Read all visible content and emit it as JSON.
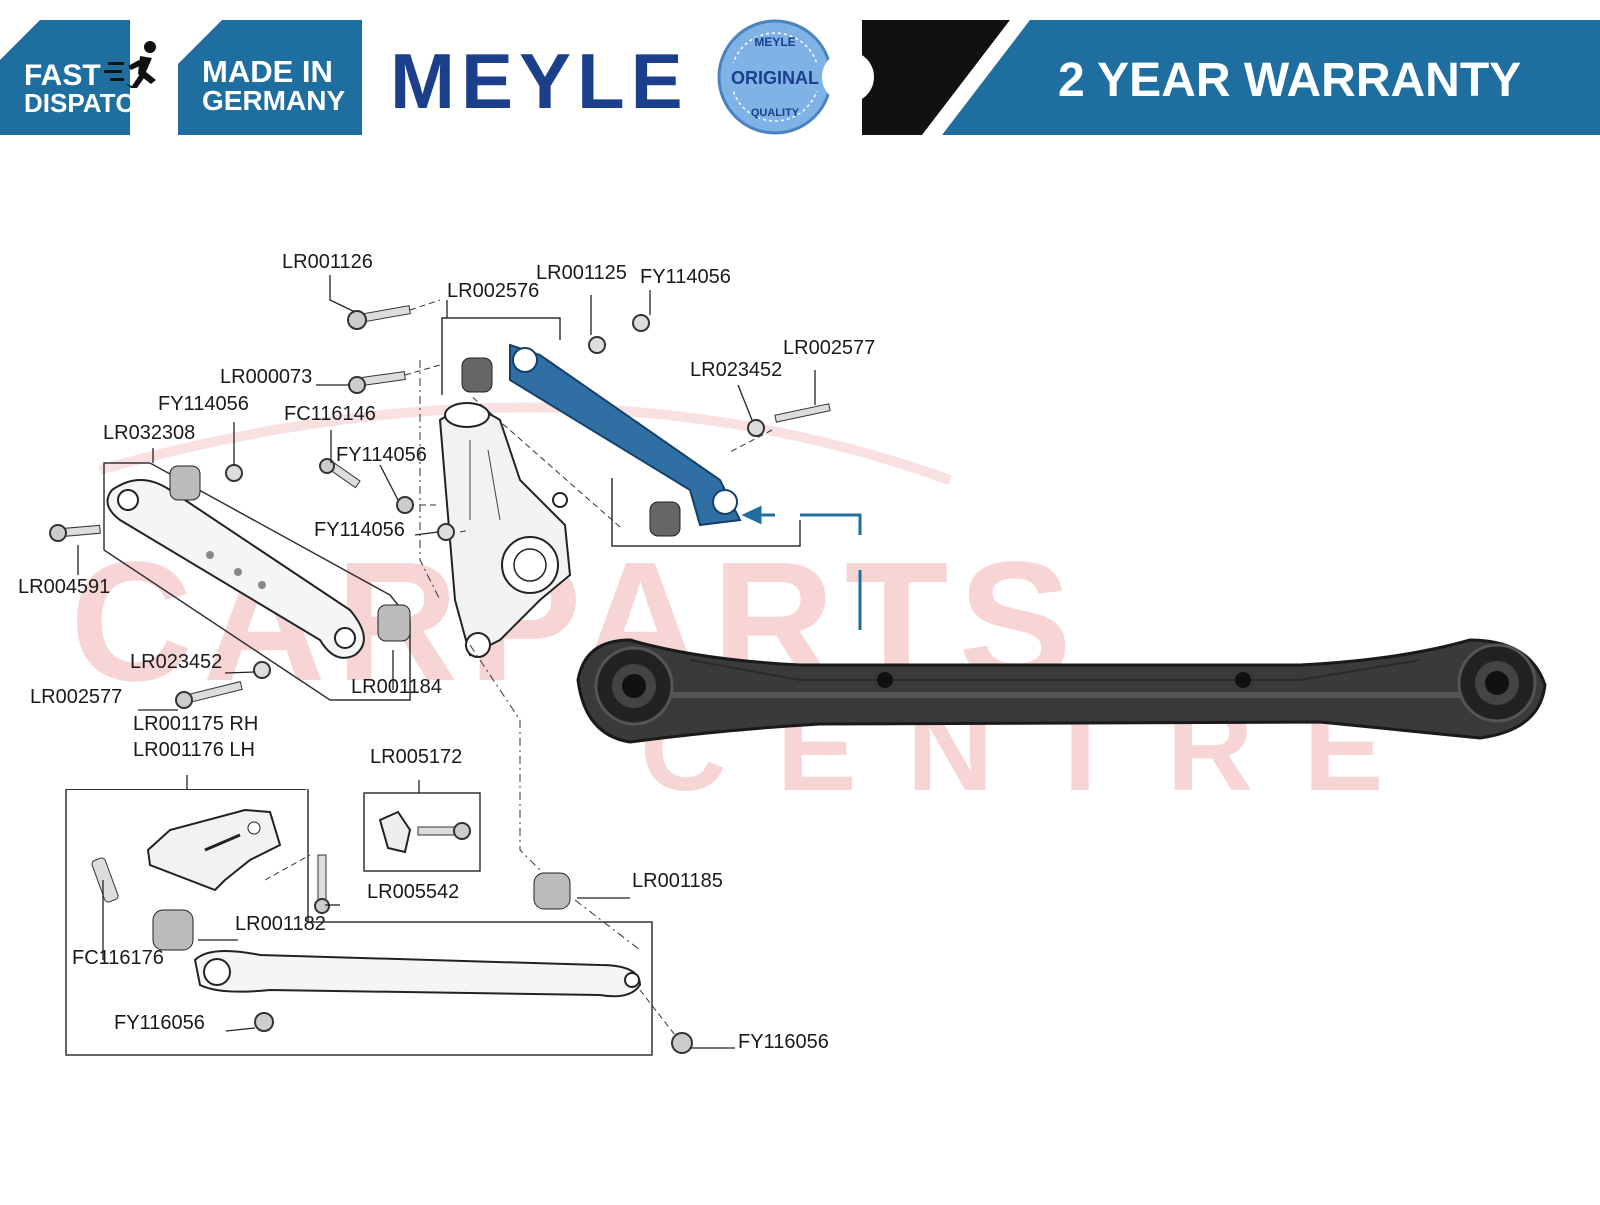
{
  "banner": {
    "fast_dispatch_1": "FAST",
    "fast_dispatch_2": "DISPATCH",
    "made_in_1": "MADE IN",
    "made_in_2": "GERMANY",
    "brand": "MEYLE",
    "seal_top": "MEYLE",
    "seal_mid": "ORIGINAL",
    "seal_bottom": "QUALITY",
    "warranty": "2 YEAR WARRANTY",
    "colors": {
      "blue": "#1e6f9f",
      "dark": "#111111",
      "brand_navy": "#1b3f8b",
      "seal": "#7fb2e5"
    }
  },
  "watermark": {
    "line1": "CARPARTS",
    "line2": "CENTRE"
  },
  "parts": {
    "lr001126": "LR001126",
    "lr002576": "LR002576",
    "lr001125": "LR001125",
    "fy114056_top": "FY114056",
    "lr002577_right": "LR002577",
    "lr023452_right": "LR023452",
    "lr000073": "LR000073",
    "fy114056_left": "FY114056",
    "fc116146": "FC116146",
    "lr032308": "LR032308",
    "fy114056_mid": "FY114056",
    "fy114056_low": "FY114056",
    "lr004591": "LR004591",
    "lr023452_left": "LR023452",
    "lr002577_left": "LR002577",
    "lr001184": "LR001184",
    "lr001175": "LR001175 RH",
    "lr001176": "LR001176 LH",
    "lr005172": "LR005172",
    "lr005542": "LR005542",
    "lr001185": "LR001185",
    "lr001182": "LR001182",
    "fc116176": "FC116176",
    "fy116056_left": "FY116056",
    "fy116056_right": "FY116056"
  }
}
